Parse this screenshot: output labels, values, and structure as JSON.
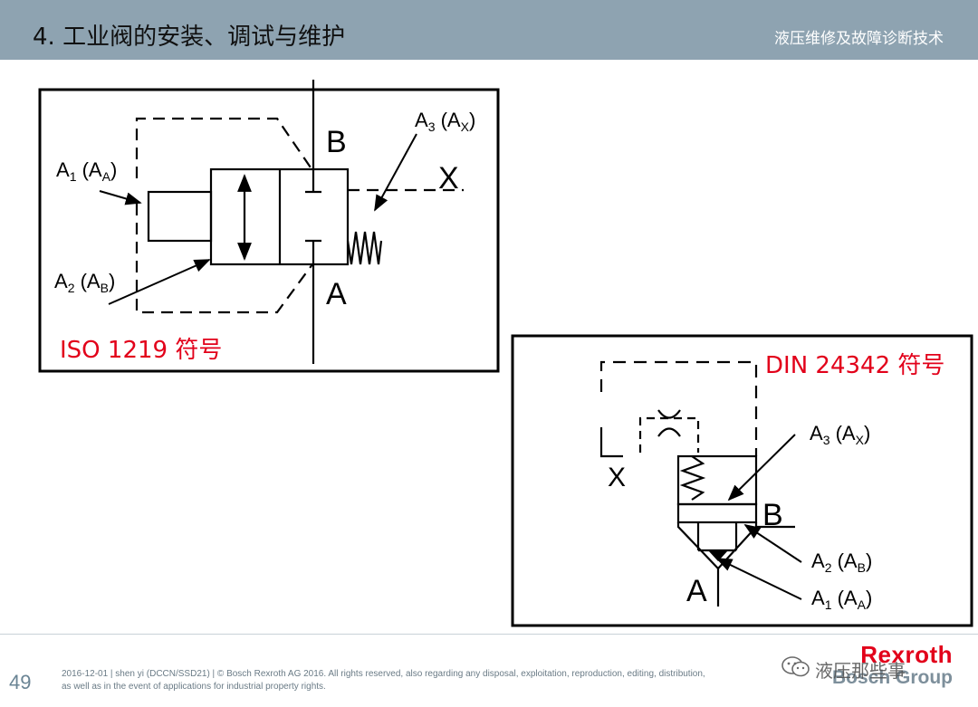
{
  "header": {
    "title": "4. 工业阀的安装、调试与维护",
    "subtitle": "液压维修及故障诊断技术"
  },
  "iso_diagram": {
    "caption": "ISO 1219 符号",
    "port_b": "B",
    "port_a": "A",
    "port_x": "X",
    "label_a3": {
      "main": "A",
      "sub": "3",
      "paren": " (A",
      "psub": "X",
      "close": ")"
    },
    "label_a1": {
      "main": "A",
      "sub": "1",
      "paren": " (A",
      "psub": "A",
      "close": ")"
    },
    "label_a2": {
      "main": "A",
      "sub": "2",
      "paren": " (A",
      "psub": "B",
      "close": ")"
    }
  },
  "din_diagram": {
    "caption": "DIN 24342 符号",
    "port_b": "B",
    "port_a": "A",
    "port_x": "X",
    "label_a3": {
      "main": "A",
      "sub": "3",
      "paren": " (A",
      "psub": "X",
      "close": ")"
    },
    "label_a2": {
      "main": "A",
      "sub": "2",
      "paren": " (A",
      "psub": "B",
      "close": ")"
    },
    "label_a1": {
      "main": "A",
      "sub": "1",
      "paren": " (A",
      "psub": "A",
      "close": ")"
    }
  },
  "footer": {
    "page_number": "49",
    "line1": "2016-12-01 | shen yi (DCCN/SSD21) | © Bosch Rexroth AG 2016. All rights reserved, also regarding any disposal, exploitation, reproduction, editing, distribution,",
    "line2": "as well as in the event of applications for industrial property rights."
  },
  "logo": {
    "brand": "Rexroth",
    "group": "Bosch Group"
  },
  "watermark": {
    "text": "液压那些事",
    "icon": "wechat-icon"
  },
  "colors": {
    "header_bg": "#8ea3b1",
    "caption_red": "#e2001a",
    "brand_red": "#e2001a"
  }
}
